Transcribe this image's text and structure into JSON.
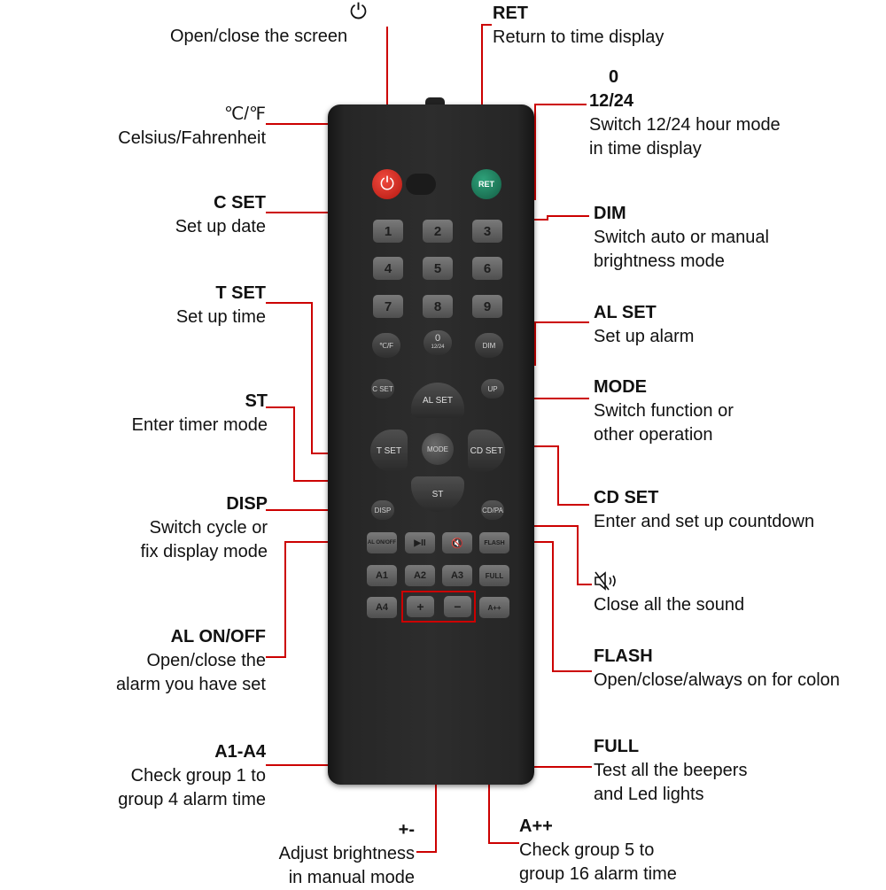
{
  "labels": {
    "power": {
      "title": "⏻",
      "desc": [
        "Open/close the screen"
      ]
    },
    "ret": {
      "title": "RET",
      "desc": [
        "Return to time display"
      ]
    },
    "c_f": {
      "title": "℃/℉",
      "desc": [
        "Celsius/Fahrenheit"
      ]
    },
    "mode_1224": {
      "title": [
        "0",
        "12/24"
      ],
      "desc": [
        "Switch 12/24 hour mode",
        "in time display"
      ]
    },
    "c_set": {
      "title": "C SET",
      "desc": [
        "Set up date"
      ]
    },
    "dim": {
      "title": "DIM",
      "desc": [
        "Switch auto or manual",
        "brightness mode"
      ]
    },
    "t_set": {
      "title": "T SET",
      "desc": [
        "Set up time"
      ]
    },
    "al_set": {
      "title": "AL SET",
      "desc": [
        "Set up alarm"
      ]
    },
    "mode": {
      "title": "MODE",
      "desc": [
        "Switch function or",
        "other operation"
      ]
    },
    "st": {
      "title": "ST",
      "desc": [
        "Enter timer mode"
      ]
    },
    "cd_set": {
      "title": "CD SET",
      "desc": [
        "Enter and set up countdown"
      ]
    },
    "disp": {
      "title": "DISP",
      "desc": [
        "Switch cycle or",
        "fix display mode"
      ]
    },
    "mute": {
      "title": "",
      "desc": [
        "Close all the sound"
      ]
    },
    "al_onoff": {
      "title": "AL ON/OFF",
      "desc": [
        "Open/close the",
        "alarm you have set"
      ]
    },
    "flash": {
      "title": "FLASH",
      "desc": [
        "Open/close/always on for colon"
      ]
    },
    "a1_a4": {
      "title": "A1-A4",
      "desc": [
        "Check group 1 to",
        "group 4 alarm time"
      ]
    },
    "full": {
      "title": "FULL",
      "desc": [
        "Test all the beepers",
        "and Led lights"
      ]
    },
    "plus_minus": {
      "title": "+-",
      "desc": [
        "Adjust brightness",
        "in manual mode"
      ]
    },
    "a_plus": {
      "title": "A++",
      "desc": [
        "Check group 5 to",
        "group 16 alarm time"
      ]
    }
  },
  "remote": {
    "power": "⏻",
    "ret": "RET",
    "digits": [
      "1",
      "2",
      "3",
      "4",
      "5",
      "6",
      "7",
      "8",
      "9"
    ],
    "cf": "℃/F",
    "zero": "0",
    "zero_sub": "12/24",
    "dim": "DIM",
    "c_set": "C SET",
    "up": "UP",
    "al_set": "AL SET",
    "t_set": "T SET",
    "mode": "MODE",
    "cd_set": "CD SET",
    "st": "ST",
    "disp": "DISP",
    "cdpa": "CD/PA",
    "al_onoff": "AL ON/OFF",
    "play_pause": "▶II",
    "mute": "🔇",
    "flash": "FLASH",
    "a1": "A1",
    "a2": "A2",
    "a3": "A3",
    "full": "FULL",
    "a4": "A4",
    "plus": "+",
    "minus": "−",
    "a_plus": "A++"
  },
  "colors": {
    "leader": "#cc0000",
    "body": "#2b2b2b",
    "power": "#d32a20",
    "ret": "#1f7a5a"
  }
}
